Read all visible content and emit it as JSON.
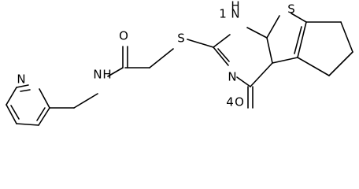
{
  "atoms": {
    "o_amide": "O",
    "n_amide": "N",
    "h_amide": "H",
    "n_pyridine": "N",
    "s_thioether": "S",
    "n1": "N",
    "h_n1": "1",
    "n3": "N",
    "s_thiophene": "S",
    "o_ketone": "O",
    "h_1": "H",
    "label_4": "4"
  }
}
